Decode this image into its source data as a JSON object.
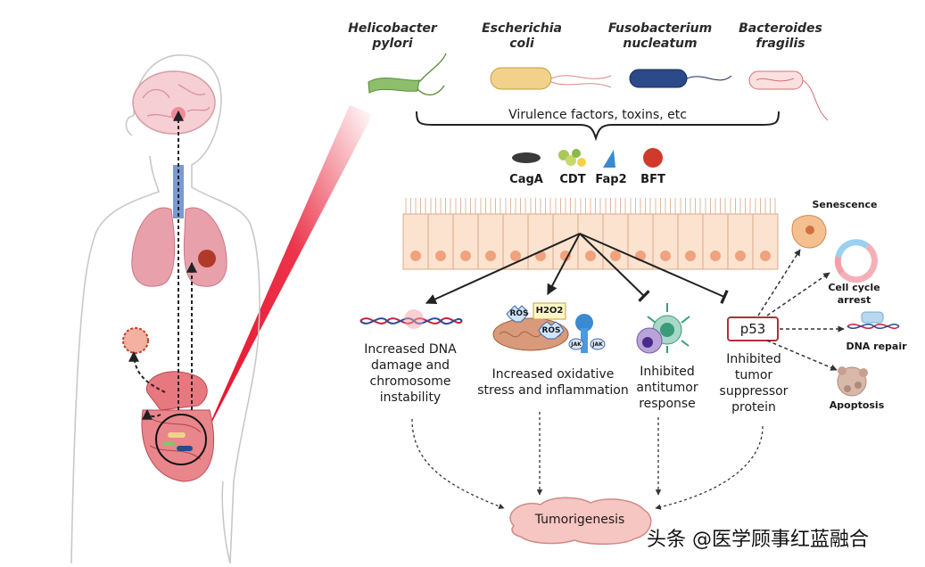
{
  "bacteria": [
    {
      "name": "Helicobacter\npylori",
      "color": "#8dbf6a"
    },
    {
      "name": "Escherichia\ncoli",
      "color": "#f2d28a"
    },
    {
      "name": "Fusobacterium\nnucleatum",
      "color": "#2a4a8a"
    },
    {
      "name": "Bacteroides\nfragilis",
      "color": "#f4c4c4"
    }
  ],
  "virulence_label": "Virulence factors, toxins, etc",
  "toxins": [
    {
      "label": "CagA",
      "color": "#3a3a3a"
    },
    {
      "label": "CDT",
      "color": "#a8c85a"
    },
    {
      "label": "Fap2",
      "color": "#3a8ad0"
    },
    {
      "label": "BFT",
      "color": "#d03a2a"
    }
  ],
  "effects": {
    "dna": "Increased DNA\ndamage and\nchromosome\ninstability",
    "oxidative": "Increased oxidative\nstress and inflammation",
    "antitumor": "Inhibited\nantitumor\nresponse",
    "suppressor": "Inhibited\ntumor\nsuppressor\nprotein"
  },
  "mini_labels": {
    "ros1": "ROS",
    "ros2": "ROS",
    "h2o2": "H2O2",
    "jak1": "JAK",
    "jak2": "JAK"
  },
  "p53": "p53",
  "outcomes": {
    "senescence": "Senescence",
    "cell_cycle": "Cell cycle\narrest",
    "dna_repair": "DNA repair",
    "apoptosis": "Apoptosis"
  },
  "tumorigenesis": "Tumorigenesis",
  "watermark": "头条 @医学顾事红蓝融合",
  "colors": {
    "beam": "#e8102a",
    "epithelium": "#fbe3cf",
    "nucleus": "#f0a27e",
    "organ": "#e8848c",
    "tumor": "#f6c6c2"
  }
}
